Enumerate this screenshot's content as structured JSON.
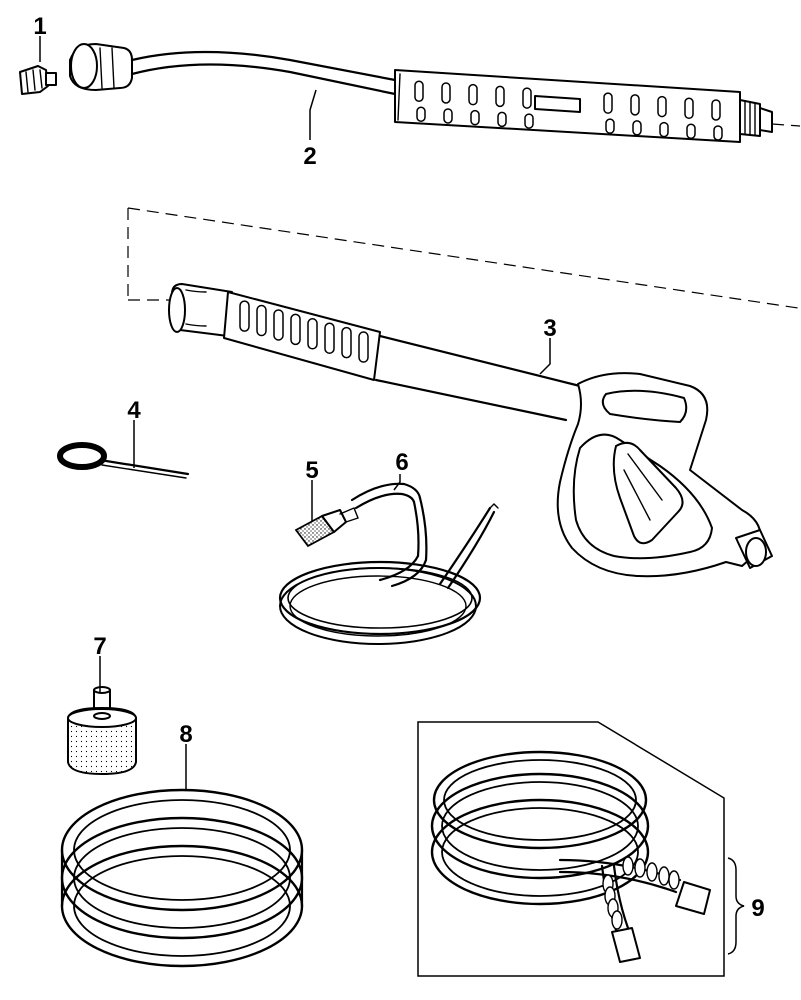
{
  "parts": [
    {
      "number": "1"
    },
    {
      "number": "2"
    },
    {
      "number": "3"
    },
    {
      "number": "4"
    },
    {
      "number": "5"
    },
    {
      "number": "6"
    },
    {
      "number": "7"
    },
    {
      "number": "8"
    },
    {
      "number": "9"
    }
  ]
}
